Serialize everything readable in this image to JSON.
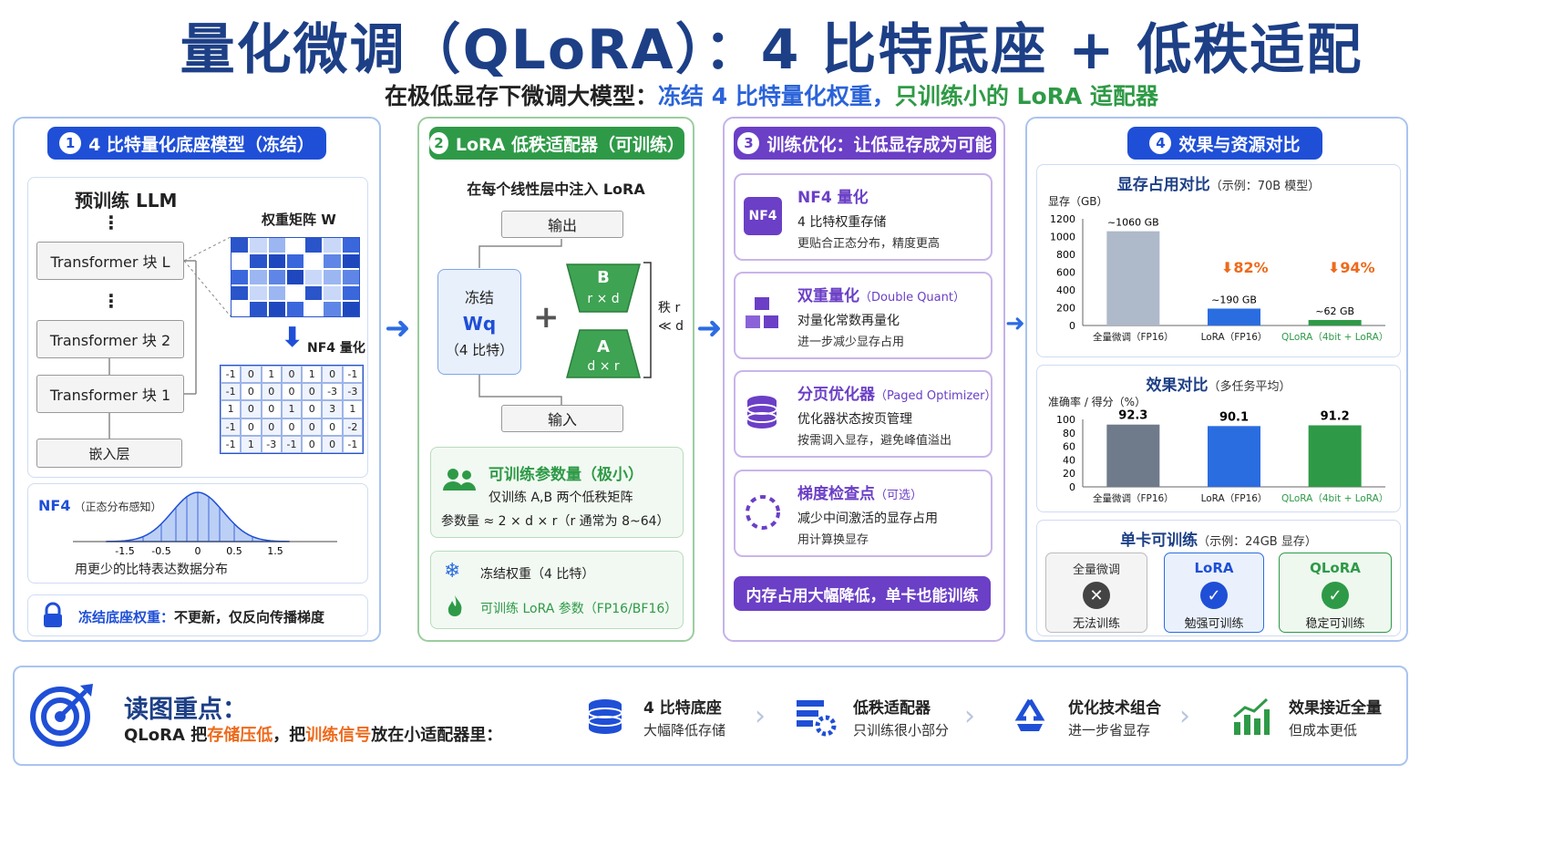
{
  "header": {
    "title": "量化微调（QLoRA）：4 比特底座 + 低秩适配",
    "subtitle_a": "在极低显存下微调大模型：",
    "subtitle_b": "冻结 4 比特量化权重，",
    "subtitle_c": "只训练小的 LoRA 适配器"
  },
  "panel1": {
    "num": "1",
    "title": "4 比特量化底座模型（冻结）",
    "llm": "预训练 LLM",
    "dots": "⋮",
    "blocks": [
      "Transformer 块 L",
      "Transformer 块 2",
      "Transformer 块 1",
      "嵌入层"
    ],
    "matrix_title": "权重矩阵 W",
    "quant_label": "NF4 量化",
    "grid": [
      [
        "-1",
        "0",
        "1",
        "0",
        "1",
        "0",
        "-1"
      ],
      [
        "-1",
        "0",
        "0",
        "0",
        "0",
        "-3",
        "-3"
      ],
      [
        "1",
        "0",
        "0",
        "1",
        "0",
        "3",
        "1"
      ],
      [
        "-1",
        "0",
        "0",
        "0",
        "0",
        "0",
        "-2"
      ],
      [
        "-1",
        "1",
        "-3",
        "-1",
        "0",
        "0",
        "-1"
      ]
    ],
    "nf4_title": "NF4",
    "nf4_sub": "（正态分布感知）",
    "nf4_ticks": [
      "-1.5",
      "-0.5",
      "0",
      "0.5",
      "1.5"
    ],
    "nf4_caption": "用更少的比特表达数据分布",
    "lock_a": "冻结底座权重：",
    "lock_b": "不更新，仅反向传播梯度"
  },
  "panel2": {
    "num": "2",
    "title": "LoRA 低秩适配器（可训练）",
    "inject": "在每个线性层中注入 LoRA",
    "output": "输出",
    "input": "输入",
    "frozen": "冻结",
    "wq": "Wq",
    "frozen_bits": "（4 比特）",
    "plus": "+",
    "b_label": "B",
    "b_dim": "r × d",
    "a_label": "A",
    "a_dim": "d × r",
    "rank_a": "秩 r",
    "rank_b": "≪ d",
    "params_title": "可训练参数量（极小）",
    "params_line1": "仅训练 A,B 两个低秩矩阵",
    "params_line2": "参数量 ≈ 2 × d × r（r 通常为 8~64）",
    "legend_frozen": "冻结权重（4 比特）",
    "legend_train": "可训练 LoRA 参数（FP16/BF16）"
  },
  "panel3": {
    "num": "3",
    "title": "训练优化：让低显存成为可能",
    "cards": [
      {
        "title": "NF4 量化",
        "title_note": "",
        "l1": "4 比特权重存储",
        "l2": "更贴合正态分布，精度更高",
        "icon": "NF4"
      },
      {
        "title": "双重量化",
        "title_note": "（Double Quant）",
        "l1": "对量化常数再量化",
        "l2": "进一步减少显存占用",
        "icon": "cubes"
      },
      {
        "title": "分页优化器",
        "title_note": "（Paged Optimizer）",
        "l1": "优化器状态按页管理",
        "l2": "按需调入显存，避免峰值溢出",
        "icon": "database"
      },
      {
        "title": "梯度检查点",
        "title_note": "（可选）",
        "l1": "减少中间激活的显存占用",
        "l2": "用计算换显存",
        "icon": "dashed-circle"
      }
    ],
    "banner": "内存占用大幅降低，单卡也能训练"
  },
  "panel4": {
    "num": "4",
    "title": "效果与资源对比",
    "mem_title": "显存占用对比",
    "mem_note": "（示例：70B 模型）",
    "mem_unit": "显存（GB）",
    "acc_title": "效果对比",
    "acc_note": "（多任务平均）",
    "acc_unit": "准确率 / 得分（%）",
    "reduce1": "82%",
    "reduce2": "94%",
    "single_title": "单卡可训练",
    "single_note": "（示例：24GB 显存）",
    "single": [
      {
        "name": "全量微调",
        "status": "无法训练",
        "icon": "x"
      },
      {
        "name": "LoRA",
        "status": "勉强可训练",
        "icon": "check"
      },
      {
        "name": "QLoRA",
        "status": "稳定可训练",
        "icon": "check"
      }
    ]
  },
  "chart_data": [
    {
      "type": "bar",
      "title": "显存占用对比",
      "ylabel": "显存（GB）",
      "ylim": [
        0,
        1200
      ],
      "yticks": [
        "0",
        "200",
        "400",
        "600",
        "800",
        "1000",
        "1200"
      ],
      "categories": [
        "全量微调（FP16）",
        "LoRA（FP16）",
        "QLoRA（4bit + LoRA）"
      ],
      "values": [
        1060,
        190,
        62
      ],
      "labels": [
        "~1060 GB",
        "~190 GB",
        "~62 GB"
      ],
      "colors": [
        "#aeb9c9",
        "#2a6de0",
        "#2e9a47"
      ]
    },
    {
      "type": "bar",
      "title": "效果对比",
      "ylabel": "准确率 / 得分（%）",
      "ylim": [
        0,
        100
      ],
      "yticks": [
        "0",
        "20",
        "40",
        "60",
        "80",
        "100"
      ],
      "categories": [
        "全量微调（FP16）",
        "LoRA（FP16）",
        "QLoRA（4bit + LoRA）"
      ],
      "values": [
        92.3,
        90.1,
        91.2
      ],
      "labels": [
        "92.3",
        "90.1",
        "91.2"
      ],
      "colors": [
        "#6f7a8b",
        "#2a6de0",
        "#2e9a47"
      ]
    }
  ],
  "footer": {
    "title": "读图重点：",
    "line_a": "QLoRA 把",
    "line_b": "存储压低",
    "line_c": "，把",
    "line_d": "训练信号",
    "line_e": "放在小适配器里：",
    "steps": [
      {
        "title": "4 比特底座",
        "sub": "大幅降低存储",
        "icon": "database-icon"
      },
      {
        "title": "低秩适配器",
        "sub": "只训练很小部分",
        "icon": "adapter-icon"
      },
      {
        "title": "优化技术组合",
        "sub": "进一步省显存",
        "icon": "recycle-icon"
      },
      {
        "title": "效果接近全量",
        "sub": "但成本更低",
        "icon": "growth-chart-icon"
      }
    ]
  }
}
